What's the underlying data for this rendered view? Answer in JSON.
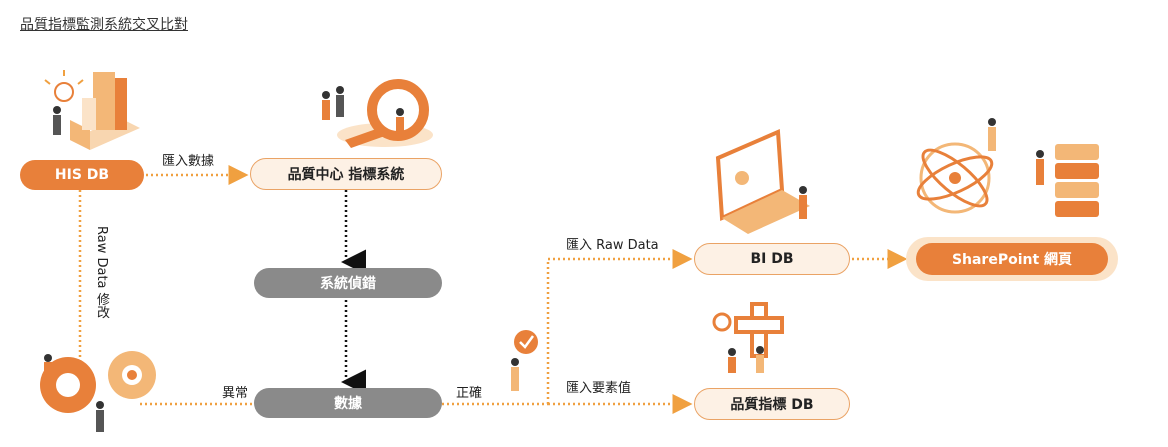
{
  "title": "品質指標監測系統交叉比對",
  "nodes": {
    "his_db": "HIS DB",
    "quality_center": "品質中心 指標系統",
    "system_debug": "系統偵錯",
    "data": "數據",
    "bi_db": "BI DB",
    "sharepoint": "SharePoint 網頁",
    "quality_db": "品質指標 DB"
  },
  "labels": {
    "import_data": "匯入數據",
    "raw_data_modify": "Raw Data 修改",
    "abnormal": "異常",
    "correct": "正確",
    "import_raw": "匯入 Raw Data",
    "import_elements": "匯入要素值"
  },
  "colors": {
    "orange": "#e8803a",
    "light_orange": "#fdf1e5",
    "dotted": "#f0a040",
    "gray": "#8a8a8a"
  }
}
